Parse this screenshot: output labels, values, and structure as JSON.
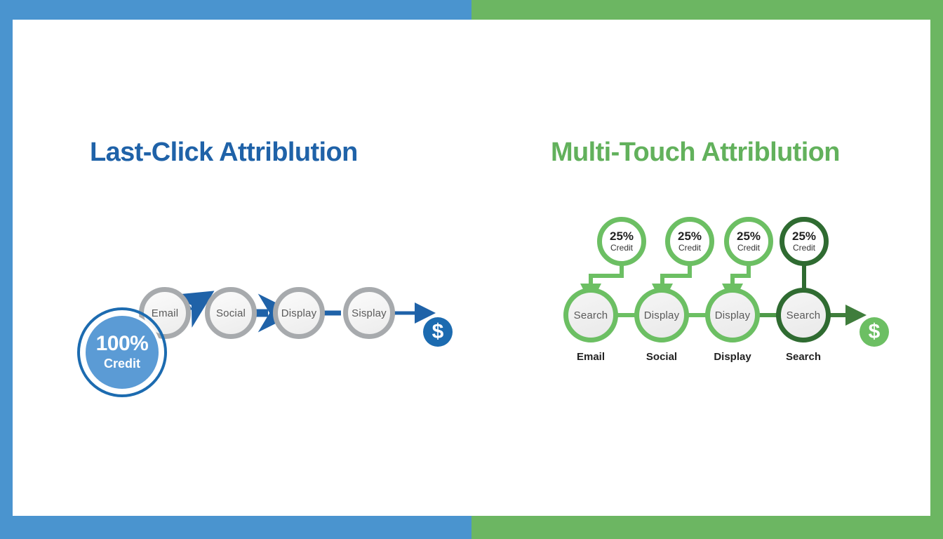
{
  "theme": {
    "blue": "#4a94cf",
    "green": "#6cb662",
    "title_blue": "#1f62a8",
    "title_green": "#62b15c",
    "dark_green": "#2f6b31",
    "light_green": "#6cbf63",
    "node_gray": "#a7aaad",
    "arrow_blue": "#1f62a8",
    "credit_fill_blue": "#5b9bd5",
    "coin_blue": "#1c6bb0",
    "coin_green": "#6cbf63",
    "card_bg": "#ffffff"
  },
  "left_panel": {
    "title": "Last-Click Attriblution",
    "credit_badge": {
      "percent": "100%",
      "caption": "Credit"
    },
    "nodes": [
      {
        "label": "Email"
      },
      {
        "label": "Social"
      },
      {
        "label": "Display"
      },
      {
        "label": "Sisplay"
      }
    ],
    "coin_icon": "dollar-coin-icon",
    "coin_symbol": "$"
  },
  "right_panel": {
    "title": "Multi-Touch Attriblution",
    "credits": [
      {
        "percent": "25%",
        "caption": "Credit",
        "style": "light"
      },
      {
        "percent": "25%",
        "caption": "Credit",
        "style": "light"
      },
      {
        "percent": "25%",
        "caption": "Credit",
        "style": "light"
      },
      {
        "percent": "25%",
        "caption": "Credit",
        "style": "dark"
      }
    ],
    "nodes": [
      {
        "label": "Search",
        "style": "light"
      },
      {
        "label": "Display",
        "style": "light"
      },
      {
        "label": "Display",
        "style": "light"
      },
      {
        "label": "Search",
        "style": "dark"
      }
    ],
    "captions": [
      {
        "label": "Email"
      },
      {
        "label": "Social"
      },
      {
        "label": "Display"
      },
      {
        "label": "Search"
      }
    ],
    "coin_icon": "dollar-coin-icon",
    "coin_symbol": "$"
  }
}
